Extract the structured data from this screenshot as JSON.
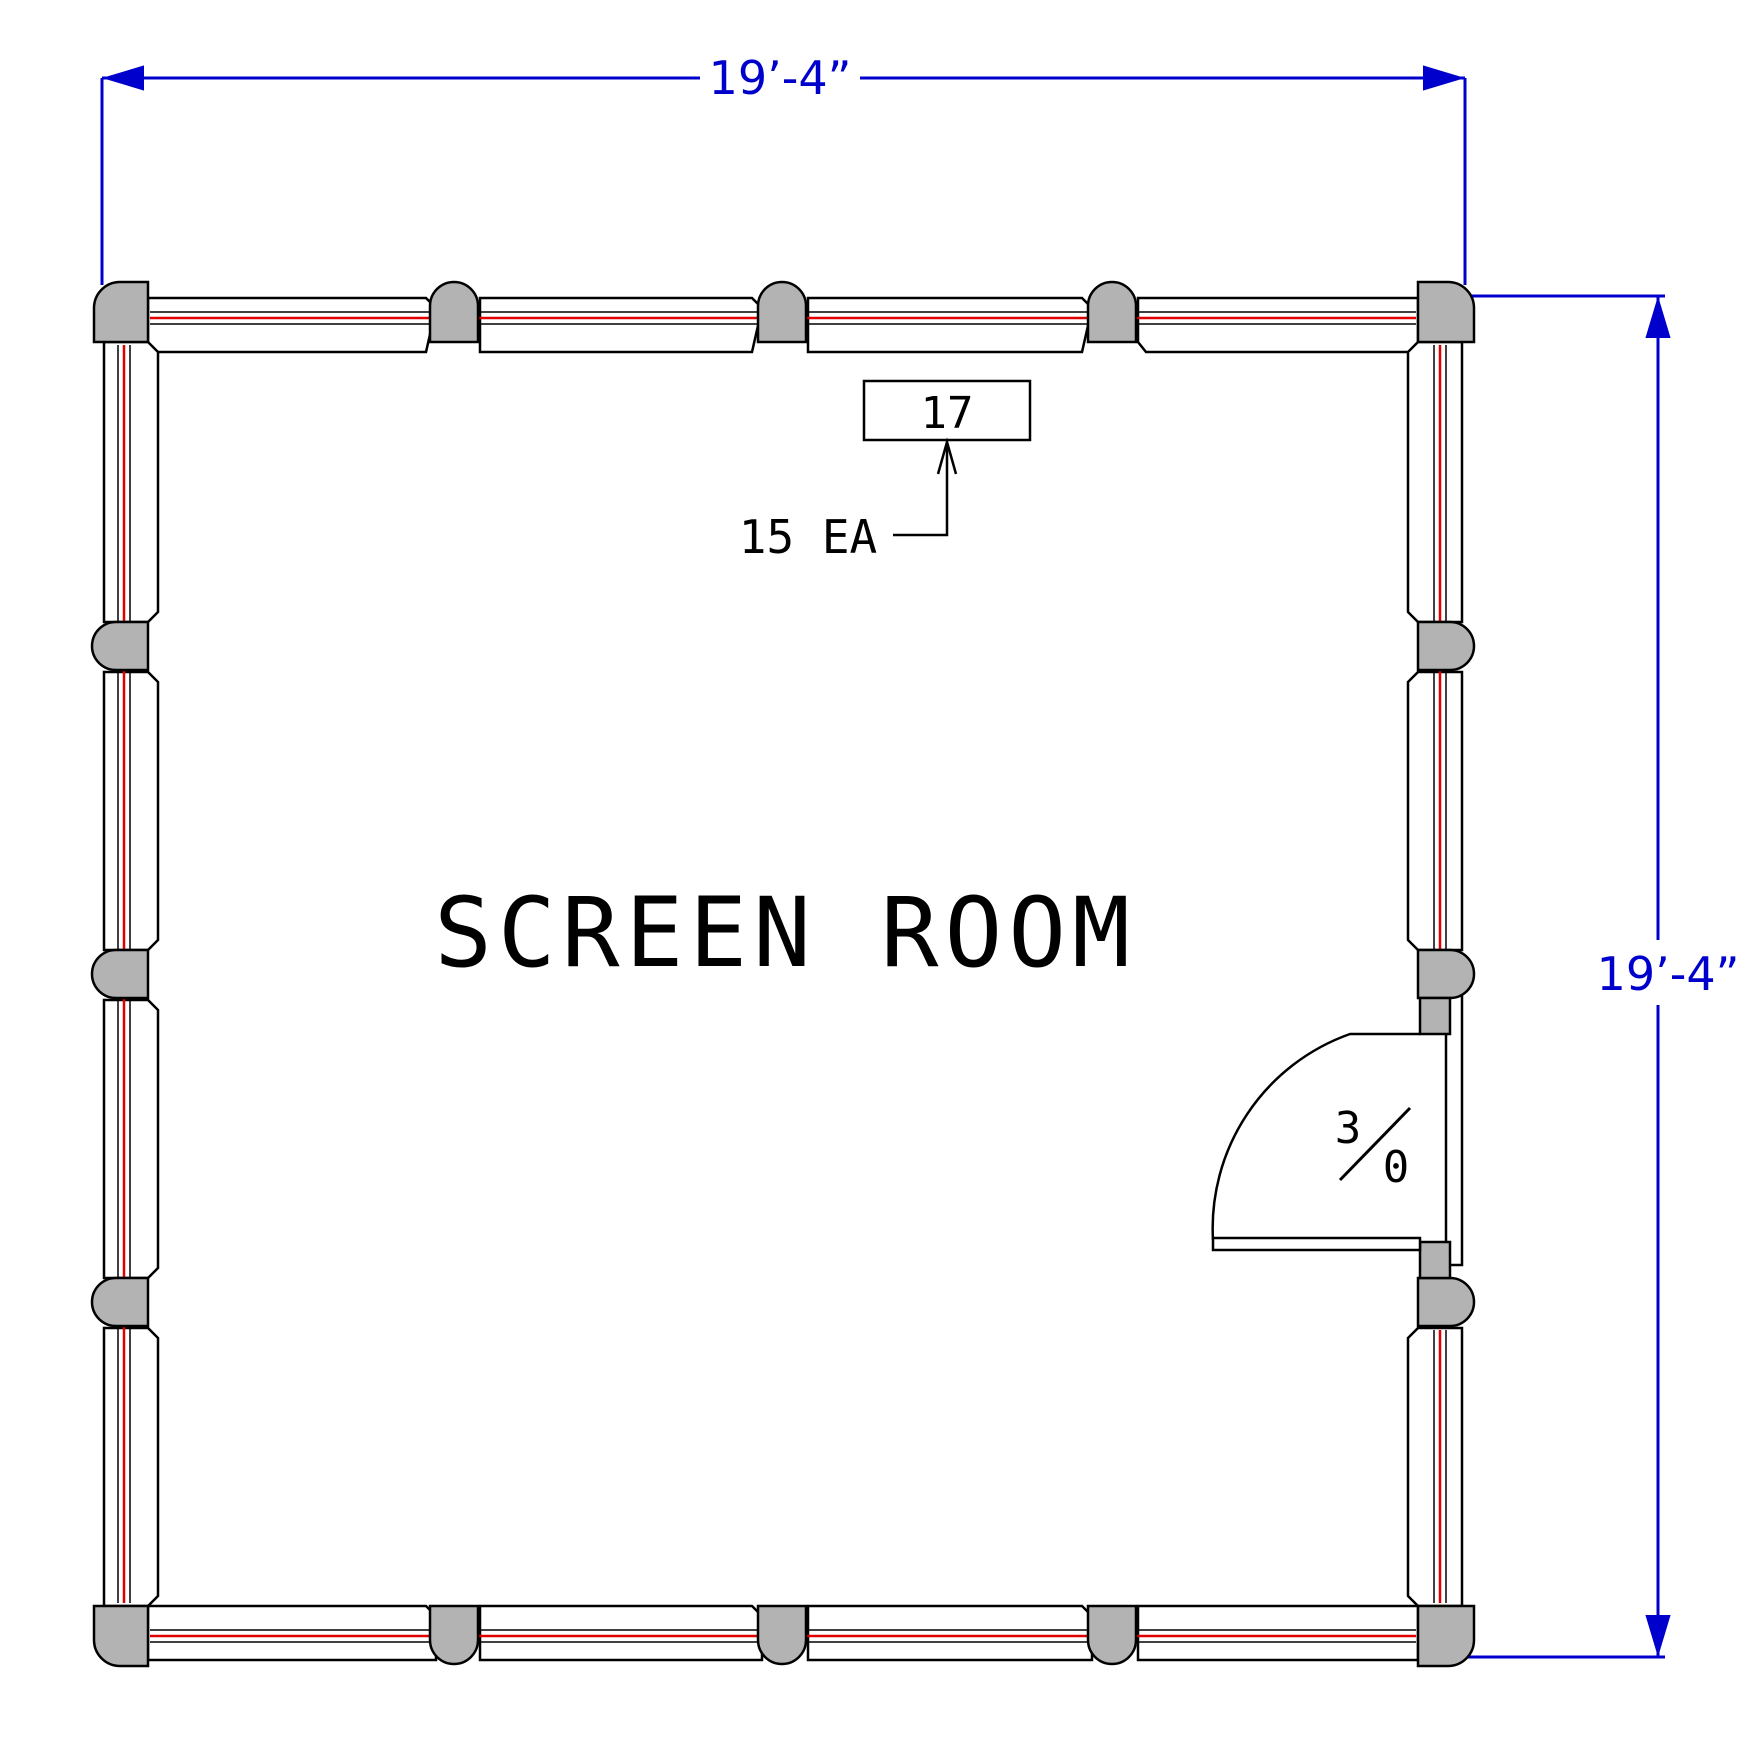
{
  "dimensions": {
    "top": "19’-4”",
    "right": "19’-4”"
  },
  "room_label": "SCREEN ROOM",
  "window_tag": "17",
  "callout_note": "15 EA",
  "door": {
    "numerator": "3",
    "denominator": "0"
  },
  "colors": {
    "dimension": "#0000cc",
    "screen_line": "#e00000",
    "post_fill": "#b3b3b3",
    "ink": "#000000"
  }
}
